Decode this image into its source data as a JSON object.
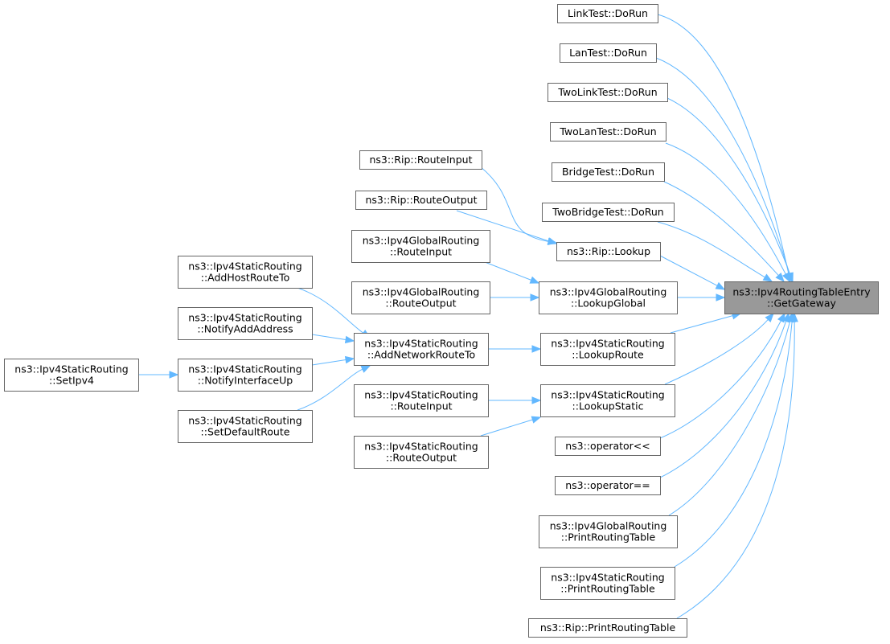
{
  "diagram": {
    "nodes": [
      {
        "id": "gw",
        "lines": [
          "ns3::Ipv4RoutingTableEntry",
          "::GetGateway"
        ],
        "focus": true
      },
      {
        "id": "linktest",
        "lines": [
          "LinkTest::DoRun"
        ]
      },
      {
        "id": "lantest",
        "lines": [
          "LanTest::DoRun"
        ]
      },
      {
        "id": "twolinktest",
        "lines": [
          "TwoLinkTest::DoRun"
        ]
      },
      {
        "id": "twolantest",
        "lines": [
          "TwoLanTest::DoRun"
        ]
      },
      {
        "id": "bridgetest",
        "lines": [
          "BridgeTest::DoRun"
        ]
      },
      {
        "id": "twobridgetest",
        "lines": [
          "TwoBridgeTest::DoRun"
        ]
      },
      {
        "id": "riplookup",
        "lines": [
          "ns3::Rip::Lookup"
        ]
      },
      {
        "id": "lookupglobal",
        "lines": [
          "ns3::Ipv4GlobalRouting",
          "::LookupGlobal"
        ]
      },
      {
        "id": "lookuproute",
        "lines": [
          "ns3::Ipv4StaticRouting",
          "::LookupRoute"
        ]
      },
      {
        "id": "lookupstatic",
        "lines": [
          "ns3::Ipv4StaticRouting",
          "::LookupStatic"
        ]
      },
      {
        "id": "oplt",
        "lines": [
          "ns3::operator<<"
        ]
      },
      {
        "id": "opeq",
        "lines": [
          "ns3::operator=="
        ]
      },
      {
        "id": "globalprint",
        "lines": [
          "ns3::Ipv4GlobalRouting",
          "::PrintRoutingTable"
        ]
      },
      {
        "id": "staticprint",
        "lines": [
          "ns3::Ipv4StaticRouting",
          "::PrintRoutingTable"
        ]
      },
      {
        "id": "ripprint",
        "lines": [
          "ns3::Rip::PrintRoutingTable"
        ]
      },
      {
        "id": "riprouteinput",
        "lines": [
          "ns3::Rip::RouteInput"
        ]
      },
      {
        "id": "riprouteoutput",
        "lines": [
          "ns3::Rip::RouteOutput"
        ]
      },
      {
        "id": "globalrouteinput",
        "lines": [
          "ns3::Ipv4GlobalRouting",
          "::RouteInput"
        ]
      },
      {
        "id": "globalrouteoutput",
        "lines": [
          "ns3::Ipv4GlobalRouting",
          "::RouteOutput"
        ]
      },
      {
        "id": "addnetwork",
        "lines": [
          "ns3::Ipv4StaticRouting",
          "::AddNetworkRouteTo"
        ]
      },
      {
        "id": "staticrouteinput",
        "lines": [
          "ns3::Ipv4StaticRouting",
          "::RouteInput"
        ]
      },
      {
        "id": "staticrouteoutput",
        "lines": [
          "ns3::Ipv4StaticRouting",
          "::RouteOutput"
        ]
      },
      {
        "id": "addhost",
        "lines": [
          "ns3::Ipv4StaticRouting",
          "::AddHostRouteTo"
        ]
      },
      {
        "id": "notifyaddr",
        "lines": [
          "ns3::Ipv4StaticRouting",
          "::NotifyAddAddress"
        ]
      },
      {
        "id": "notifyup",
        "lines": [
          "ns3::Ipv4StaticRouting",
          "::NotifyInterfaceUp"
        ]
      },
      {
        "id": "setdefault",
        "lines": [
          "ns3::Ipv4StaticRouting",
          "::SetDefaultRoute"
        ]
      },
      {
        "id": "setipv4",
        "lines": [
          "ns3::Ipv4StaticRouting",
          "::SetIpv4"
        ]
      }
    ],
    "edges": [
      {
        "from": "linktest",
        "to": "gw"
      },
      {
        "from": "lantest",
        "to": "gw"
      },
      {
        "from": "twolinktest",
        "to": "gw"
      },
      {
        "from": "twolantest",
        "to": "gw"
      },
      {
        "from": "bridgetest",
        "to": "gw"
      },
      {
        "from": "twobridgetest",
        "to": "gw"
      },
      {
        "from": "riplookup",
        "to": "gw"
      },
      {
        "from": "lookupglobal",
        "to": "gw"
      },
      {
        "from": "lookuproute",
        "to": "gw"
      },
      {
        "from": "lookupstatic",
        "to": "gw"
      },
      {
        "from": "oplt",
        "to": "gw"
      },
      {
        "from": "opeq",
        "to": "gw"
      },
      {
        "from": "globalprint",
        "to": "gw"
      },
      {
        "from": "staticprint",
        "to": "gw"
      },
      {
        "from": "ripprint",
        "to": "gw"
      },
      {
        "from": "riprouteinput",
        "to": "riplookup"
      },
      {
        "from": "riprouteoutput",
        "to": "riplookup"
      },
      {
        "from": "globalrouteinput",
        "to": "lookupglobal"
      },
      {
        "from": "globalrouteoutput",
        "to": "lookupglobal"
      },
      {
        "from": "addnetwork",
        "to": "lookuproute"
      },
      {
        "from": "staticrouteinput",
        "to": "lookupstatic"
      },
      {
        "from": "staticrouteoutput",
        "to": "lookupstatic"
      },
      {
        "from": "addhost",
        "to": "addnetwork"
      },
      {
        "from": "notifyaddr",
        "to": "addnetwork"
      },
      {
        "from": "notifyup",
        "to": "addnetwork"
      },
      {
        "from": "setdefault",
        "to": "addnetwork"
      },
      {
        "from": "setipv4",
        "to": "notifyup"
      }
    ]
  },
  "colors": {
    "edge": "#63b8ff",
    "node_border": "#666666",
    "node_fill": "#ffffff",
    "focus_fill": "#999999"
  }
}
